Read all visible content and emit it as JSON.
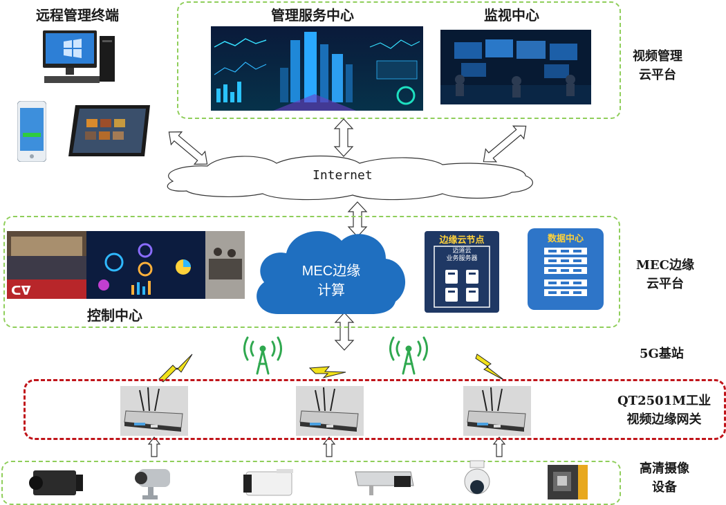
{
  "remote_terminal": {
    "title": "远程管理终端"
  },
  "video_cloud": {
    "mgmt_center": "管理服务中心",
    "monitor_center": "监视中心",
    "label_line1": "视频管理",
    "label_line2": "云平台"
  },
  "internet": {
    "label": "Internet"
  },
  "mec": {
    "control_center": "控制中心",
    "cloud_line1": "MEC边缘",
    "cloud_line2": "计算",
    "edge_node_title": "边缘云节点",
    "edge_node_sub1": "迈道云",
    "edge_node_sub2": "业务服务器",
    "data_center_title": "数据中心",
    "label_line1": "MEC边缘",
    "label_line2": "云平台"
  },
  "base_station": {
    "label": "5G基站"
  },
  "gateway": {
    "label_line1": "QT2501M工业",
    "label_line2": "视频边缘网关"
  },
  "cameras": {
    "label_line1": "高清摄像",
    "label_line2": "设备"
  },
  "colors": {
    "region_border": "#8fce5a",
    "gateway_border": "#c0141a",
    "cloud_blue": "#1f6fc0",
    "antenna_green": "#2fa84f",
    "lightning": "#f2e21b"
  }
}
